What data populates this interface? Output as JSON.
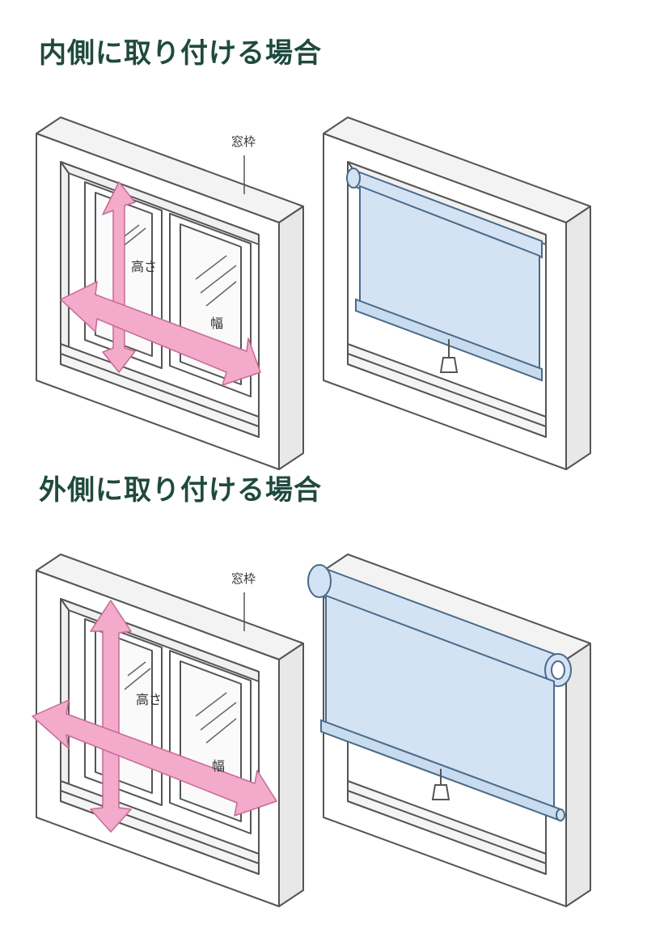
{
  "sections": [
    {
      "heading": "内側に取り付ける場合",
      "labels": {
        "frame": "窓枠",
        "height": "高さ",
        "width": "幅"
      }
    },
    {
      "heading": "外側に取り付ける場合",
      "labels": {
        "frame": "窓枠",
        "height": "高さ",
        "width": "幅"
      }
    }
  ],
  "colors": {
    "heading": "#1f4a3e",
    "arrow": "#f3aacb",
    "blind": "#d3e3f4",
    "frame": "#ffffff",
    "frame_side": "#ececec",
    "line": "#555555"
  }
}
